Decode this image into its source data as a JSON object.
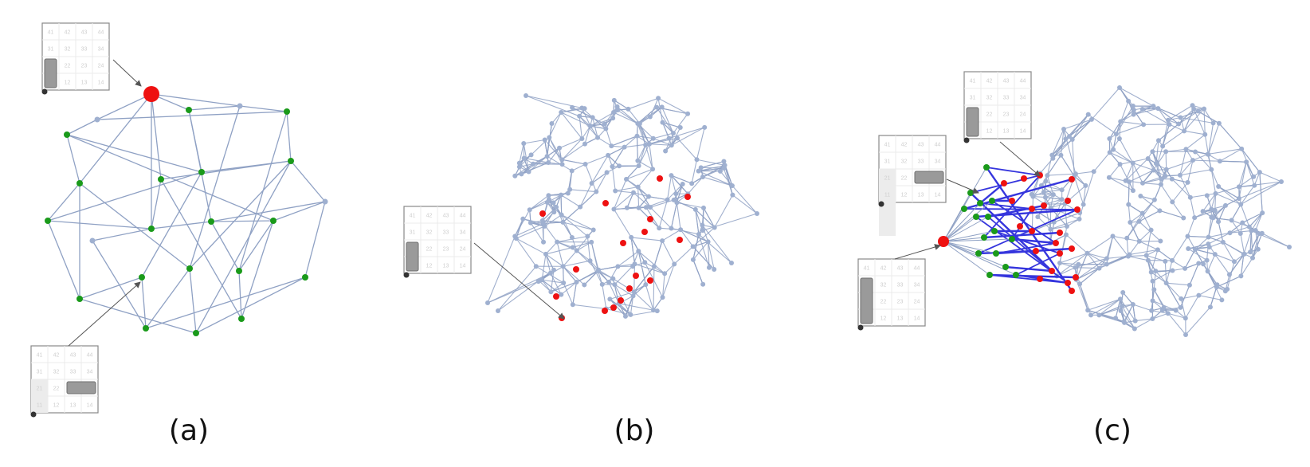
{
  "figure": {
    "panels": [
      {
        "id": "a",
        "caption": "(a)"
      },
      {
        "id": "b",
        "caption": "(b)"
      },
      {
        "id": "c",
        "caption": "(c)"
      }
    ],
    "grid_labels": [
      [
        "41",
        "42",
        "43",
        "44"
      ],
      [
        "31",
        "32",
        "33",
        "34"
      ],
      [
        "21",
        "22",
        "23",
        "24"
      ],
      [
        "11",
        "12",
        "13",
        "14"
      ]
    ],
    "colors": {
      "edge": "#8fa1c4",
      "node": "#9fb0d0",
      "green": "#1a9a1a",
      "red": "#ee1111",
      "highlight_edge": "#3535dd",
      "inset_block": "#9a9a9a",
      "inset_border": "#888888",
      "arrow": "#555555"
    }
  }
}
